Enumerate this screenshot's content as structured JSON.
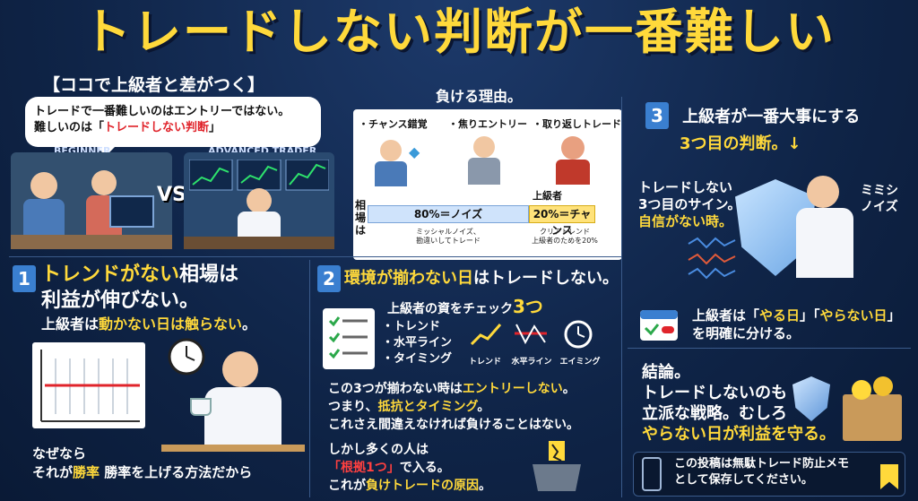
{
  "title": "トレードしない判断が一番難しい",
  "subtag": "【ココで上級者と差がつく】",
  "bubble": {
    "line1": "トレードで一番難しいのはエントリーではない。",
    "line2_prefix": "難しいのは「",
    "line2_red": "トレードしない判断",
    "line2_suffix": "」"
  },
  "labels": {
    "beginner": "BEGINNER",
    "advanced": "ADVANCED TRADER",
    "vs": "VS"
  },
  "reasons": {
    "title": "負ける理由。",
    "items": [
      "・チャンス錯覚",
      "・焦りエントリー",
      "・取り返しトレード"
    ],
    "market_label": "相場は",
    "noise": "80%＝ノイズ",
    "chance": "20%＝チャンス",
    "pro": "上級者",
    "noise_note1": "ミッシャルノイズ、",
    "noise_note2": "勘違いしてトレード",
    "chance_note1": "クリアトレンド",
    "chance_note2": "上級者のためを20%"
  },
  "box3": {
    "num": "3",
    "head1": "上級者が一番大事にする",
    "head2": "3つ目の判断。↓",
    "sign1": "トレードしない",
    "sign2": "3つ目のサイン。",
    "sign3": "自信がない時。",
    "mimishi1": "ミミシ",
    "mimishi2": "ノイズ",
    "cal1_prefix": "上級者は「",
    "cal1_y1": "やる日",
    "cal1_mid": "」「",
    "cal1_y2": "やらない日",
    "cal1_suffix": "」",
    "cal2": "を明確に分ける。"
  },
  "conclusion": {
    "l1": "結論。",
    "l2": "トレードしないのも",
    "l3": "立派な戦略。むしろ",
    "l4": "やらない日が利益を守る。"
  },
  "save": {
    "l1": "この投稿は無駄トレード防止メモ",
    "l2": "として保存してください。"
  },
  "box1": {
    "num": "1",
    "h_y": "トレンドがない",
    "h_w": "相場は",
    "h2": "利益が伸びない。",
    "s_prefix": "上級者は",
    "s_y": "動かない日は触らない",
    "s_suffix": "。",
    "why1": "なぜなら",
    "why2_prefix": "それが",
    "why2_y": "勝率",
    "why2_suffix": " 勝率を上げる方法だから"
  },
  "box2": {
    "num": "2",
    "h_y": "環境が揃わない日",
    "h_w": "はトレードしない。",
    "sub": "上級者の資をチェック",
    "sub_y": "3つ",
    "checks": [
      "・トレンド",
      "・水平ライン",
      "・タイミング"
    ],
    "icons": [
      "トレンド",
      "水平ライン",
      "エイミング"
    ],
    "p1_prefix": "この3つが揃わない時は",
    "p1_y": "エントリーしない",
    "p1_suffix": "。",
    "p2_prefix": "つまり、",
    "p2_y": "抵抗とタイミング",
    "p2_suffix": "。",
    "p3": "これさえ間違えなければ負けることはない。",
    "q1": "しかし多くの人は",
    "q2_r": "「根拠1つ」",
    "q2_s": "で入る。",
    "q3_prefix": "これが",
    "q3_y": "負けトレードの原因",
    "q3_suffix": "。"
  }
}
